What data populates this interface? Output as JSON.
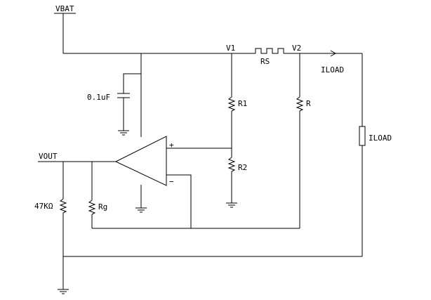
{
  "labels": {
    "vbat": "VBAT",
    "v1": "V1",
    "v2": "V2",
    "rs": "RS",
    "iload_arrow": "ILOAD",
    "cap": "0.1uF",
    "r1": "R1",
    "r": "R",
    "r2": "R2",
    "iload_res": "ILOAD",
    "vout": "VOUT",
    "r47k": "47KΩ",
    "rg": "Rg",
    "plus": "+",
    "minus": "−"
  }
}
